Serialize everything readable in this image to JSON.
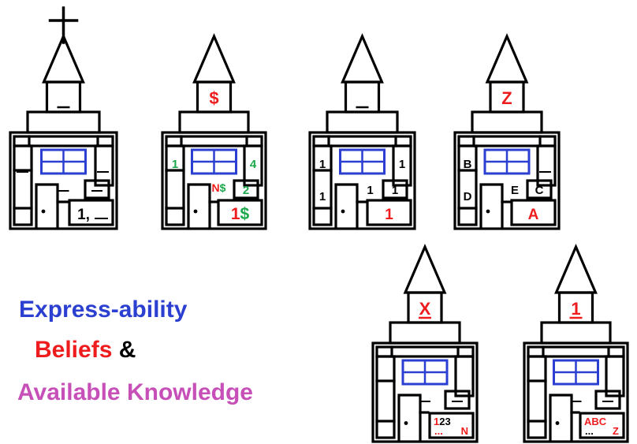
{
  "colors": {
    "blue": "#2b3fd1",
    "red": "#ee1c1c",
    "green": "#1aa84a",
    "magenta": "#c74fb8",
    "black": "#000000"
  },
  "legend": {
    "line1": "Express-ability",
    "line2": "Beliefs",
    "amp": "&",
    "line3": "Available Knowledge"
  },
  "churches": [
    {
      "id": "church-1",
      "has_cross": true,
      "tower": {
        "text": "",
        "color": "black",
        "underline": true
      },
      "labels": {
        "lt": "",
        "rt": "",
        "lm": "",
        "c": "",
        "rm": "",
        "br": "1,",
        "br_dash": true
      }
    },
    {
      "id": "church-2",
      "has_cross": false,
      "tower": {
        "text": "$",
        "color": "red",
        "underline": false
      },
      "labels": {
        "lt": "1",
        "rt": "4",
        "lm": "",
        "c": "N$",
        "rm": "2",
        "br": "1$"
      }
    },
    {
      "id": "church-3",
      "has_cross": false,
      "tower": {
        "text": "",
        "color": "black",
        "underline": true
      },
      "labels": {
        "lt": "1",
        "rt": "1",
        "lm": "1",
        "c": "1",
        "rm": "1",
        "br": "1"
      }
    },
    {
      "id": "church-4",
      "has_cross": false,
      "tower": {
        "text": "Z",
        "color": "red",
        "underline": false
      },
      "labels": {
        "lt": "B",
        "rt": "",
        "lm": "D",
        "c": "E",
        "rm": "C",
        "br": "A"
      }
    },
    {
      "id": "church-5",
      "has_cross": false,
      "tower": {
        "text": "X",
        "color": "red",
        "underline": true
      },
      "labels": {
        "br1": "123",
        "br2": "...",
        "br3": "N"
      }
    },
    {
      "id": "church-6",
      "has_cross": false,
      "tower": {
        "text": "1",
        "color": "red",
        "underline": true
      },
      "labels": {
        "br1": "ABC",
        "br2": "...",
        "br3": "Z"
      }
    }
  ]
}
